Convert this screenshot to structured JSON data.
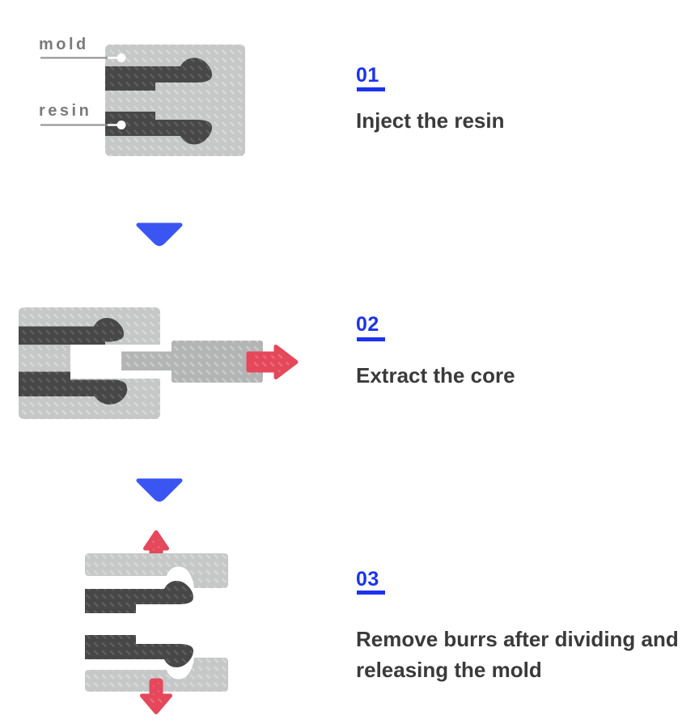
{
  "page": {
    "background": "#ffffff"
  },
  "theme": {
    "accent_blue": "#1b32ee",
    "triangle_blue": "#3b55f3",
    "accent_red": "#e5485b",
    "mold_gray": "#c6c7c7",
    "core_gray": "#b3b4b4",
    "resin_dark": "#474747",
    "label_gray": "#7b7b7b",
    "title_color": "#3a3a3a"
  },
  "diagram": {
    "annotations": {
      "mold_label": "mold",
      "resin_label": "resin"
    },
    "steps": [
      {
        "number": "01",
        "title": "Inject the resin"
      },
      {
        "number": "02",
        "title": "Extract the core"
      },
      {
        "number": "03",
        "title": "Remove burrs after dividing and releasing the mold"
      }
    ]
  }
}
